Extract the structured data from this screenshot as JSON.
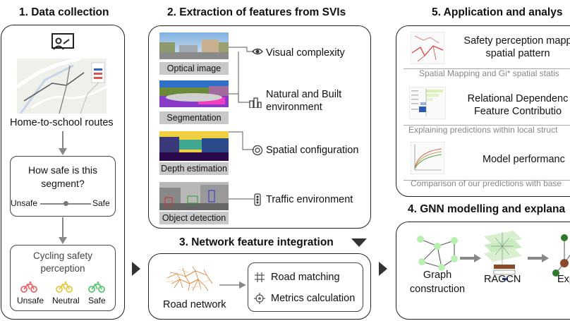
{
  "section1": {
    "title": "1. Data collection",
    "routes_label": "Home-to-school routes",
    "question": "How safe is this segment?",
    "unsafe": "Unsafe",
    "safe": "Safe",
    "perception_title": "Cycling safety perception",
    "levels": [
      "Unsafe",
      "Neutral",
      "Safe"
    ],
    "level_colors": [
      "#e8656e",
      "#e8c840",
      "#5cc870"
    ]
  },
  "section2": {
    "title": "2. Extraction of features from SVIs",
    "images": [
      "Optical image",
      "Segmentation",
      "Depth estimation",
      "Object detection"
    ],
    "features": [
      "Visual complexity",
      "Natural and Built environment",
      "Spatial configuration",
      "Traffic environment"
    ]
  },
  "section3": {
    "title": "3. Network feature integration",
    "road_network": "Road network",
    "steps": [
      "Road matching",
      "Metrics calculation"
    ]
  },
  "section4": {
    "title": "4. GNN modelling and explana",
    "steps": [
      "Graph construction",
      "RAGCN",
      "Explai"
    ]
  },
  "section5": {
    "title": "5. Application and analys",
    "items": [
      {
        "title": "Safety perception mapp spatial pattern",
        "subtitle": "Spatial Mapping and Gi* spatial statis"
      },
      {
        "title": "Relational Dependenc Feature Contributio",
        "subtitle": "Explaining predictions within local struct"
      },
      {
        "title": "Model performanc",
        "subtitle": "Comparison of our predictions with base"
      }
    ]
  },
  "colors": {
    "accent_green": "#b8f0b0",
    "accent_brown": "#8a4a2a",
    "accent_blue": "#2a5ab0",
    "road_orange": "#e08030"
  }
}
